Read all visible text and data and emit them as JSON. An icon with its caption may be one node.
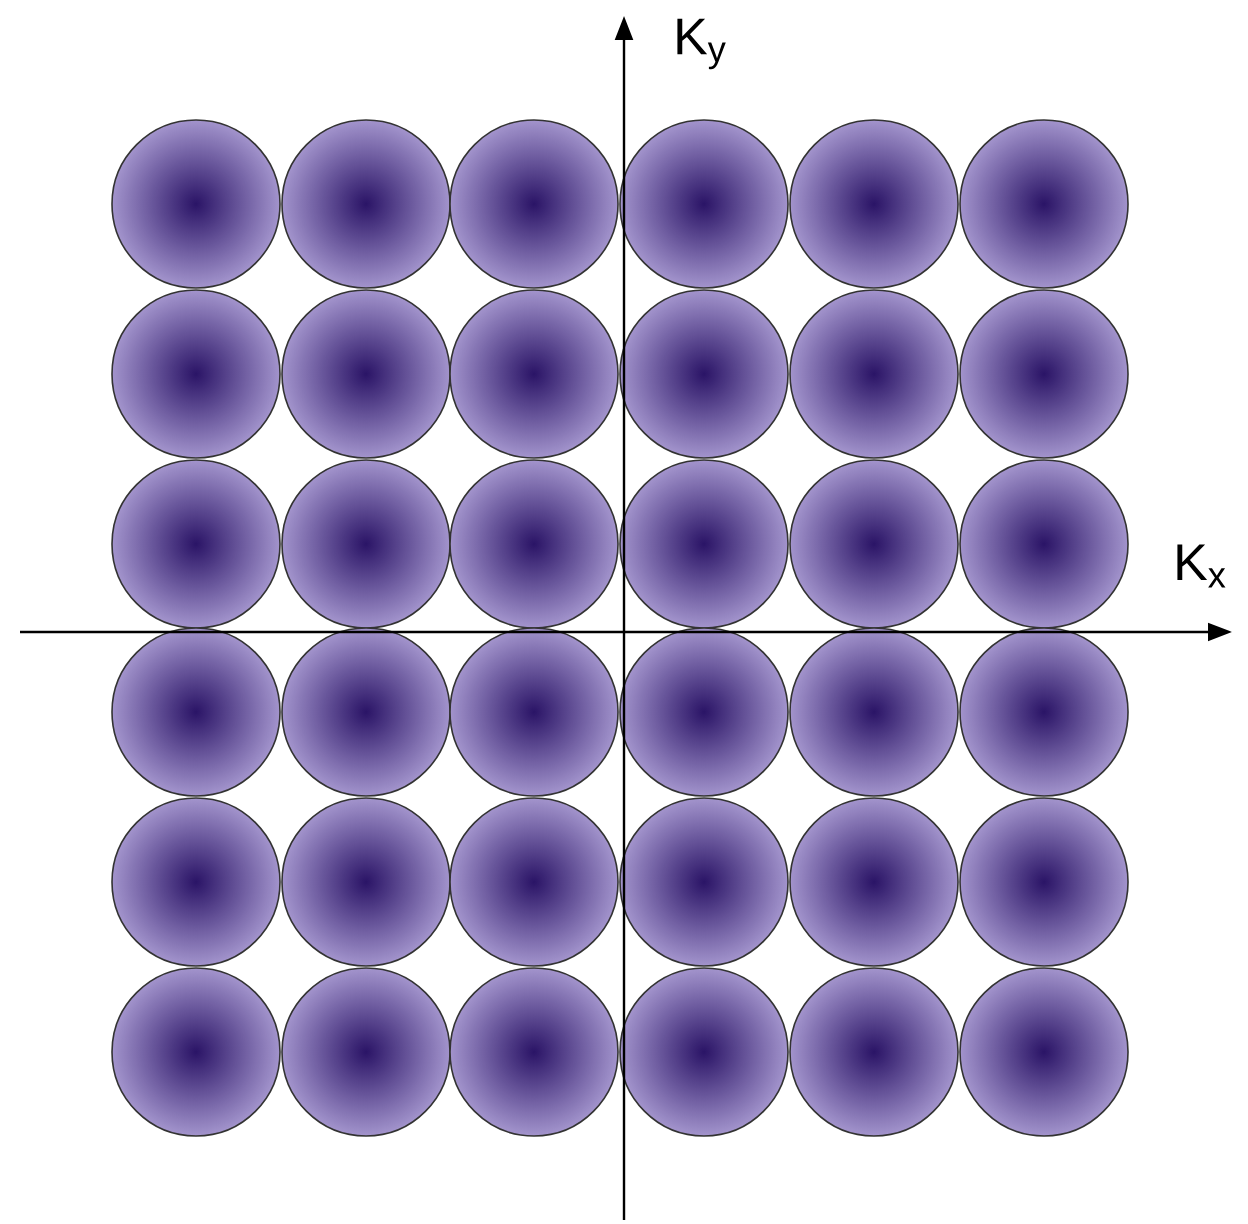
{
  "diagram": {
    "nodes": [
      {
        "text": [],
        "shape": "circle"
      },
      {
        "text": [],
        "shape": "circle"
      },
      {
        "text": [],
        "shape": "circle"
      },
      {
        "text": [],
        "shape": "circle"
      },
      {
        "text": [],
        "shape": "circle"
      },
      {
        "text": [],
        "shape": "circle"
      },
      {
        "text": [],
        "shape": "circle"
      },
      {
        "text": [],
        "shape": "circle"
      },
      {
        "text": [],
        "shape": "circle"
      },
      {
        "text": [],
        "shape": "circle"
      },
      {
        "text": [],
        "shape": "circle"
      },
      {
        "text": [],
        "shape": "circle"
      },
      {
        "text": [],
        "shape": "circle"
      },
      {
        "text": [],
        "shape": "circle"
      },
      {
        "text": [],
        "shape": "circle"
      },
      {
        "text": [],
        "shape": "circle"
      },
      {
        "text": [],
        "shape": "circle"
      },
      {
        "text": [],
        "shape": "circle"
      },
      {
        "text": [],
        "shape": "circle"
      },
      {
        "text": [],
        "shape": "circle"
      },
      {
        "text": [],
        "shape": "circle"
      },
      {
        "text": [],
        "shape": "circle"
      },
      {
        "text": [],
        "shape": "circle"
      },
      {
        "text": [],
        "shape": "circle"
      },
      {
        "text": [],
        "shape": "circle"
      },
      {
        "text": [],
        "shape": "circle"
      },
      {
        "text": [],
        "shape": "circle"
      },
      {
        "text": [],
        "shape": "circle"
      },
      {
        "text": [],
        "shape": "circle"
      },
      {
        "text": [],
        "shape": "circle"
      },
      {
        "text": [],
        "shape": "circle"
      },
      {
        "text": [],
        "shape": "circle"
      },
      {
        "text": [],
        "shape": "circle"
      },
      {
        "text": [],
        "shape": "circle"
      },
      {
        "text": [],
        "shape": "circle"
      },
      {
        "text": [],
        "shape": "circle"
      }
    ],
    "labels": [
      "K$_{y}$",
      "K$_{x}$"
    ]
  }
}
